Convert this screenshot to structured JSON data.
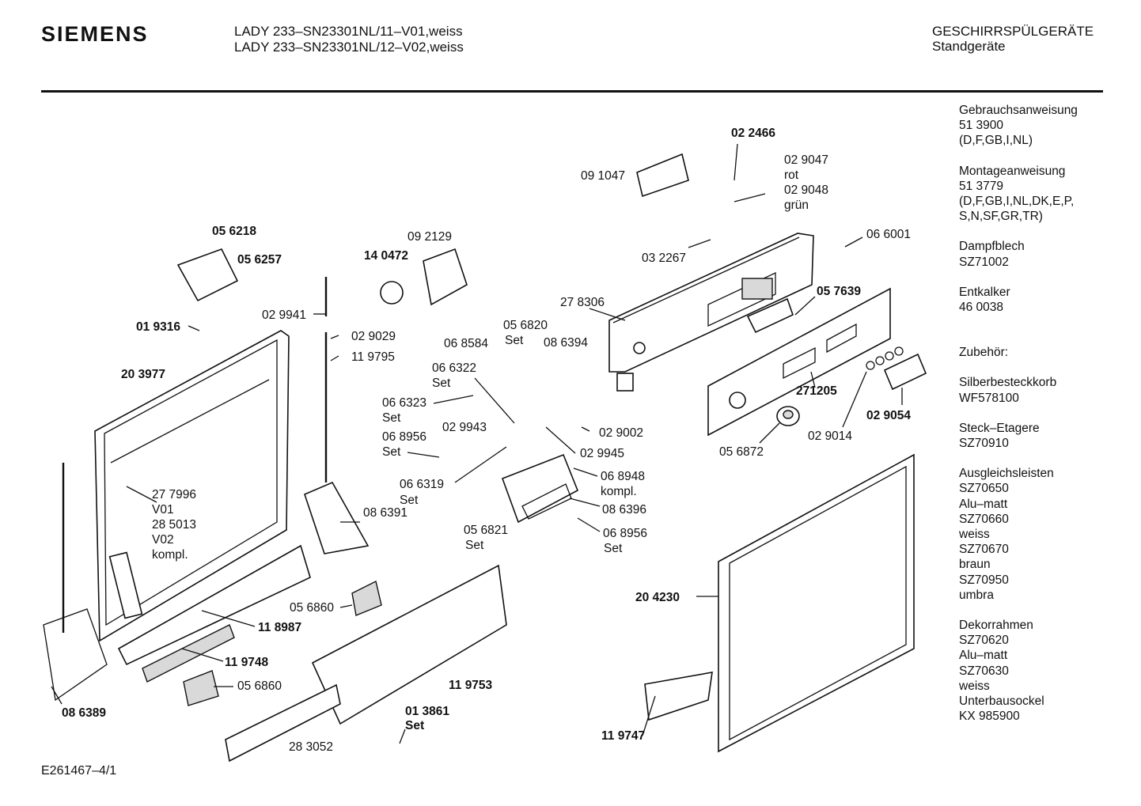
{
  "header": {
    "brand": "SIEMENS",
    "model_line_1": "LADY 233–SN23301NL/11–V01,weiss",
    "model_line_2": "LADY 233–SN23301NL/12–V02,weiss",
    "category": "GESCHIRRSPÜLGERÄTE",
    "subcategory": "Standgeräte"
  },
  "sidebar": {
    "groups": [
      [
        "Gebrauchsanweisung",
        "51 3900",
        "(D,F,GB,I,NL)"
      ],
      [
        "Montageanweisung",
        "51 3779",
        "(D,F,GB,I,NL,DK,E,P,",
        "S,N,SF,GR,TR)"
      ],
      [
        "Dampfblech",
        "SZ71002"
      ],
      [
        "Entkalker",
        "46 0038"
      ],
      [
        "Zubehör:"
      ],
      [
        "Silberbesteckkorb",
        "WF578100"
      ],
      [
        "Steck–Etagere",
        "SZ70910"
      ],
      [
        "Ausgleichsleisten",
        "SZ70650",
        "Alu–matt",
        "SZ70660",
        "weiss",
        "SZ70670",
        "braun",
        "SZ70950",
        "umbra"
      ],
      [
        "Dekorrahmen",
        "SZ70620",
        "Alu–matt",
        "SZ70630",
        "weiss",
        "Unterbausockel",
        "KX 985900"
      ]
    ]
  },
  "labels": [
    {
      "id": "l-022466",
      "text": "02 2466",
      "bold": true
    },
    {
      "id": "l-091047",
      "text": "09 1047"
    },
    {
      "id": "l-029047",
      "text": "02 9047"
    },
    {
      "id": "l-rot",
      "text": "rot"
    },
    {
      "id": "l-029048",
      "text": "02 9048"
    },
    {
      "id": "l-gruen",
      "text": "grün"
    },
    {
      "id": "l-056218",
      "text": "05 6218",
      "bold": true
    },
    {
      "id": "l-056257",
      "text": "05 6257",
      "bold": true
    },
    {
      "id": "l-140472",
      "text": "14 0472",
      "bold": true
    },
    {
      "id": "l-092129",
      "text": "09 2129"
    },
    {
      "id": "l-032267",
      "text": "03 2267"
    },
    {
      "id": "l-066001",
      "text": "06 6001"
    },
    {
      "id": "l-029941",
      "text": "02 9941"
    },
    {
      "id": "l-278306",
      "text": "27 8306"
    },
    {
      "id": "l-057639",
      "text": "05 7639",
      "bold": true
    },
    {
      "id": "l-019316",
      "text": "01 9316",
      "bold": true
    },
    {
      "id": "l-029029",
      "text": "02 9029"
    },
    {
      "id": "l-119795",
      "text": "11 9795"
    },
    {
      "id": "l-056820",
      "text": "05 6820"
    },
    {
      "id": "l-set1",
      "text": "Set"
    },
    {
      "id": "l-086394",
      "text": "08 6394"
    },
    {
      "id": "l-068584",
      "text": "06 8584"
    },
    {
      "id": "l-203977",
      "text": "20 3977",
      "bold": true
    },
    {
      "id": "l-066322",
      "text": "06 6322"
    },
    {
      "id": "l-set2",
      "text": "Set"
    },
    {
      "id": "l-271205",
      "text": "271205",
      "bold": true
    },
    {
      "id": "l-066323",
      "text": "06 6323"
    },
    {
      "id": "l-set3",
      "text": "Set"
    },
    {
      "id": "l-029054",
      "text": "02 9054",
      "bold": true
    },
    {
      "id": "l-068956a",
      "text": "06 8956"
    },
    {
      "id": "l-set4",
      "text": "Set"
    },
    {
      "id": "l-029943",
      "text": "02 9943"
    },
    {
      "id": "l-029002",
      "text": "02 9002"
    },
    {
      "id": "l-029945",
      "text": "02 9945"
    },
    {
      "id": "l-029014",
      "text": "02 9014"
    },
    {
      "id": "l-056872",
      "text": "05 6872"
    },
    {
      "id": "l-068948",
      "text": "06 8948"
    },
    {
      "id": "l-kompl1",
      "text": "kompl."
    },
    {
      "id": "l-066319",
      "text": "06 6319"
    },
    {
      "id": "l-set5",
      "text": "Set"
    },
    {
      "id": "l-277996",
      "text": "27 7996"
    },
    {
      "id": "l-v01",
      "text": "V01"
    },
    {
      "id": "l-285013",
      "text": "28 5013"
    },
    {
      "id": "l-v02",
      "text": "V02"
    },
    {
      "id": "l-kompl2",
      "text": "kompl."
    },
    {
      "id": "l-086396",
      "text": "08 6396"
    },
    {
      "id": "l-086391",
      "text": "08 6391"
    },
    {
      "id": "l-056821",
      "text": "05 6821"
    },
    {
      "id": "l-set6",
      "text": "Set"
    },
    {
      "id": "l-068956b",
      "text": "06 8956"
    },
    {
      "id": "l-set7",
      "text": "Set"
    },
    {
      "id": "l-204230",
      "text": "20 4230",
      "bold": true
    },
    {
      "id": "l-056860a",
      "text": "05 6860"
    },
    {
      "id": "l-118987",
      "text": "11 8987",
      "bold": true
    },
    {
      "id": "l-119748",
      "text": "11 9748",
      "bold": true
    },
    {
      "id": "l-056860b",
      "text": "05 6860"
    },
    {
      "id": "l-119753",
      "text": "11 9753",
      "bold": true
    },
    {
      "id": "l-013861",
      "text": "01 3861",
      "bold": true
    },
    {
      "id": "l-set8",
      "text": "Set",
      "bold": true
    },
    {
      "id": "l-086389",
      "text": "08 6389",
      "bold": true
    },
    {
      "id": "l-283052",
      "text": "28 3052"
    },
    {
      "id": "l-119747",
      "text": "11 9747",
      "bold": true
    }
  ],
  "footer": {
    "code": "E261467–4/1"
  }
}
